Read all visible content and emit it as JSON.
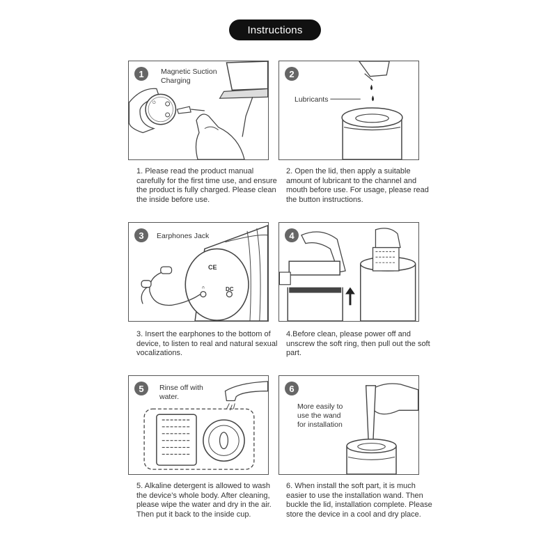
{
  "header": {
    "title": "Instructions"
  },
  "steps": [
    {
      "number": "1",
      "label": "Magnetic Suction\nCharging",
      "caption": "1. Please read the product manual carefully for the first time use, and ensure the product is fully charged. Please clean the inside before use."
    },
    {
      "number": "2",
      "label": "Lubricants",
      "caption": "2. Open the lid, then apply a suitable amount of lubricant to the channel and mouth before use. For usage, please read the button instructions."
    },
    {
      "number": "3",
      "label": "Earphones Jack",
      "caption": "3. Insert the earphones to the bottom of device, to listen to real and natural sexual vocalizations."
    },
    {
      "number": "4",
      "label": "",
      "caption": "4.Before clean, please power off and unscrew the soft ring, then pull out the soft part."
    },
    {
      "number": "5",
      "label": "Rinse off with\nwater.",
      "caption": "5. Alkaline detergent is allowed to wash the device’s whole body. After cleaning, please wipe the water and dry in the air. Then put it back to the inside cup."
    },
    {
      "number": "6",
      "label": "More easily to\nuse the wand\nfor installation",
      "caption": "6. When install the soft part, it is much easier to use the installation wand. Then buckle the lid, installation complete. Please store the device in a cool and dry place."
    }
  ],
  "device_marks": {
    "ce": "CE",
    "dc": "DC"
  }
}
